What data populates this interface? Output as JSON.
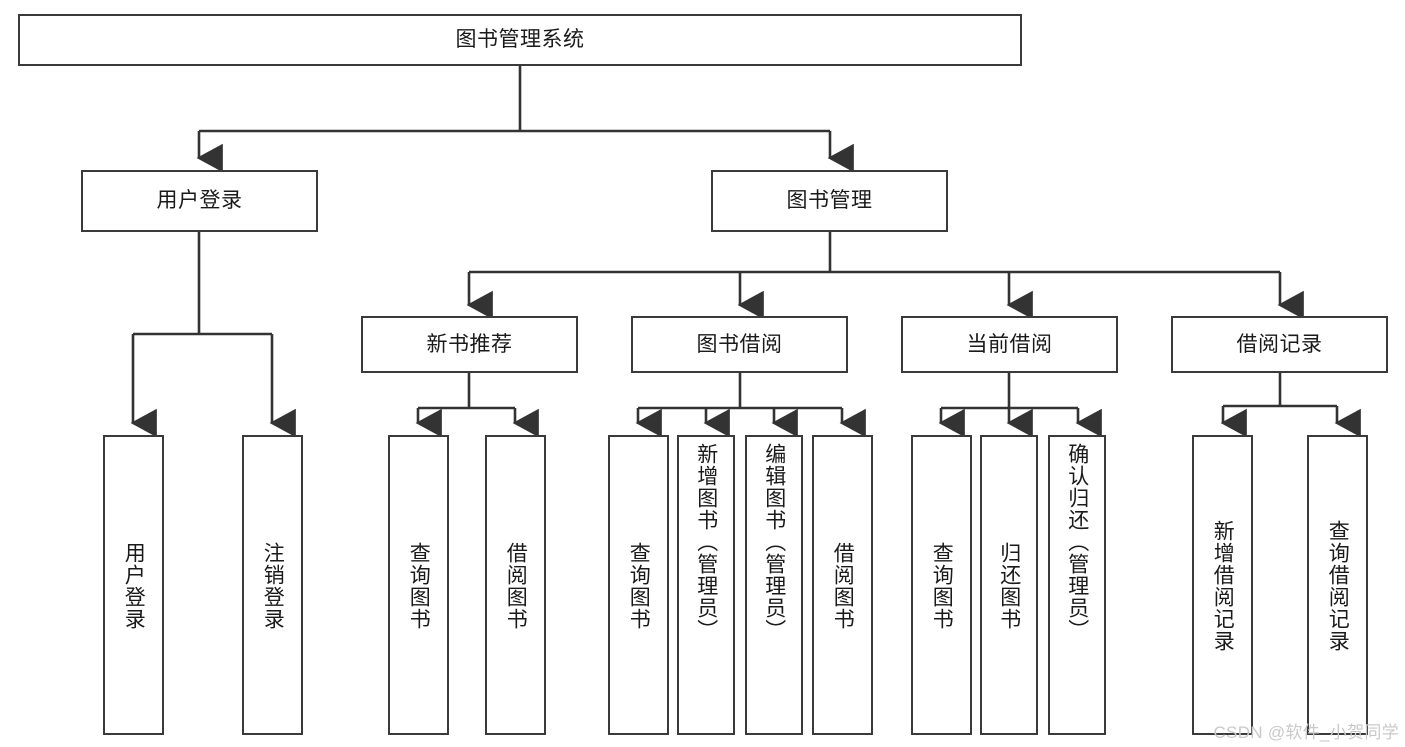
{
  "diagram": {
    "type": "tree-hierarchy-chart",
    "title": "图书管理系统",
    "watermark": "CSDN @软件_小贺同学",
    "colors": {
      "box_border": "#3a3a3a",
      "box_fill": "#ffffff",
      "connector": "#333333",
      "text": "#1a1a1a",
      "watermark": "#c9c9c9",
      "background": "#ffffff"
    },
    "levels": {
      "root": {
        "label": "图书管理系统"
      },
      "level2": [
        {
          "label": "用户登录"
        },
        {
          "label": "图书管理"
        }
      ],
      "level3": [
        {
          "label": "新书推荐"
        },
        {
          "label": "图书借阅"
        },
        {
          "label": "当前借阅"
        },
        {
          "label": "借阅记录"
        }
      ]
    },
    "nodes": {
      "root": {
        "label": "图书管理系统"
      },
      "user_login": {
        "label": "用户登录"
      },
      "book_mgmt": {
        "label": "图书管理"
      },
      "new_book_rec": {
        "label": "新书推荐"
      },
      "book_borrow": {
        "label": "图书借阅"
      },
      "current_borrow": {
        "label": "当前借阅"
      },
      "borrow_record": {
        "label": "借阅记录"
      },
      "leaf_user_login": {
        "label": "用户登录"
      },
      "leaf_logout": {
        "label": "注销登录"
      },
      "leaf_query_book_1": {
        "label": "查询图书"
      },
      "leaf_borrow_book_1": {
        "label": "借阅图书"
      },
      "leaf_query_book_2": {
        "label": "查询图书"
      },
      "leaf_add_book": {
        "label": "新增图书（管理员）"
      },
      "leaf_edit_book": {
        "label": "编辑图书（管理员）"
      },
      "leaf_borrow_book_2": {
        "label": "借阅图书"
      },
      "leaf_query_book_3": {
        "label": "查询图书"
      },
      "leaf_return_book": {
        "label": "归还图书"
      },
      "leaf_confirm_return": {
        "label": "确认归还（管理员）"
      },
      "leaf_add_record": {
        "label": "新增借阅记录"
      },
      "leaf_query_record": {
        "label": "查询借阅记录"
      }
    },
    "groups": [
      {
        "parent": "用户登录",
        "children": [
          "用户登录",
          "注销登录"
        ]
      },
      {
        "parent": "新书推荐",
        "children": [
          "查询图书",
          "借阅图书"
        ]
      },
      {
        "parent": "图书借阅",
        "children": [
          "查询图书",
          "新增图书（管理员）",
          "编辑图书（管理员）",
          "借阅图书"
        ]
      },
      {
        "parent": "当前借阅",
        "children": [
          "查询图书",
          "归还图书",
          "确认归还（管理员）"
        ]
      },
      {
        "parent": "借阅记录",
        "children": [
          "新增借阅记录",
          "查询借阅记录"
        ]
      }
    ]
  }
}
